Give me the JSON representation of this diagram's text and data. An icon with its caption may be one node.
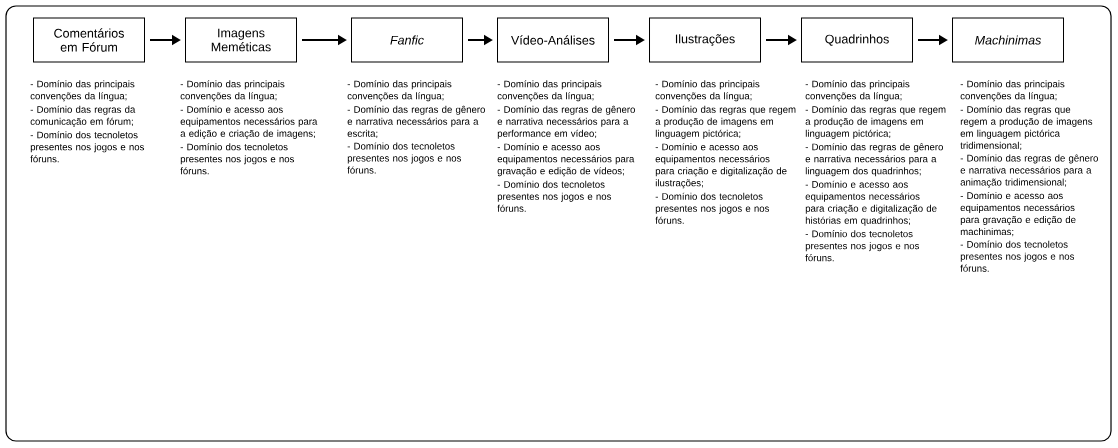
{
  "diagram": {
    "nodes": [
      {
        "text": [
          "Comentários em Fórum"
        ],
        "beside": [
          "- Domínio das principais convenções da língua;",
          "- Domínio das regras da comunicação em fórum;",
          "- Domínio dos tecnoletos presentes nos jogos e nos fóruns."
        ]
      },
      {
        "text": [
          "Imagens Meméticas"
        ],
        "beside": [
          "- Domínio das principais convenções da língua;",
          "- Domínio e acesso aos equipamentos necessários para a edição e criação de imagens;",
          "- Domínio dos tecnoletos presentes nos jogos e nos fóruns."
        ]
      },
      {
        "text": [
          "Fanfic"
        ],
        "beside": [
          "- Domínio das principais convenções da língua;",
          "- Domínio das regras de gênero e narrativa necessários para a escrita;",
          "- Domínio dos tecnoletos presentes nos jogos e nos fóruns."
        ]
      },
      {
        "text": [
          "Vídeo-Análises"
        ],
        "beside": [
          "- Domínio das principais convenções da língua;",
          "- Domínio das regras de gênero e narrativa necessários para a performance em vídeo;",
          "- Domínio e acesso aos equipamentos necessários para gravação e edição de vídeos;",
          "- Domínio dos tecnoletos presentes nos jogos e nos fóruns."
        ]
      },
      {
        "text": [
          "Ilustrações"
        ],
        "beside": [
          "- Domínio das principais convenções da língua;",
          "- Domínio das regras que regem a produção de imagens em linguagem pictórica;",
          "- Domínio e acesso aos equipamentos necessários para criação e digitalização de ilustrações;",
          "- Domínio dos tecnoletos presentes nos jogos e nos fóruns."
        ]
      },
      {
        "text": [
          "Quadrinhos"
        ],
        "beside": [
          "- Domínio das principais convenções da língua;",
          "- Domínio das regras que regem a produção de imagens em linguagem pictórica;",
          "- Domínio das regras de gênero e narrativa necessários para a linguagem dos quadrinhos;",
          "- Domínio e acesso aos equipamentos necessários para criação e digitalização de histórias em quadrinhos;",
          "- Domínio dos tecnoletos presentes nos jogos e nos fóruns."
        ]
      },
      {
        "text": [
          "Machinimas"
        ],
        "beside": [
          "- Domínio das principais convenções da língua;",
          "- Domínio das regras que regem a produção de imagens em linguagem pictórica tridimensional;",
          "- Domínio das regras de gênero e narrativa necessários para a animação tridimensional;",
          "- Domínio e acesso aos equipamentos necessários para gravação e edição de machinimas;",
          "- Domínio dos tecnoletos presentes nos jogos e nos fóruns."
        ]
      }
    ],
    "edges": [
      {
        "from": 0,
        "to": 1,
        "arrow": "to"
      },
      {
        "from": 1,
        "to": 2,
        "arrow": "to"
      },
      {
        "from": 2,
        "to": 3,
        "arrow": "to"
      },
      {
        "from": 3,
        "to": 4,
        "arrow": "to"
      },
      {
        "from": 4,
        "to": 5,
        "arrow": "to"
      },
      {
        "from": 5,
        "to": 6,
        "arrow": "to"
      }
    ]
  }
}
